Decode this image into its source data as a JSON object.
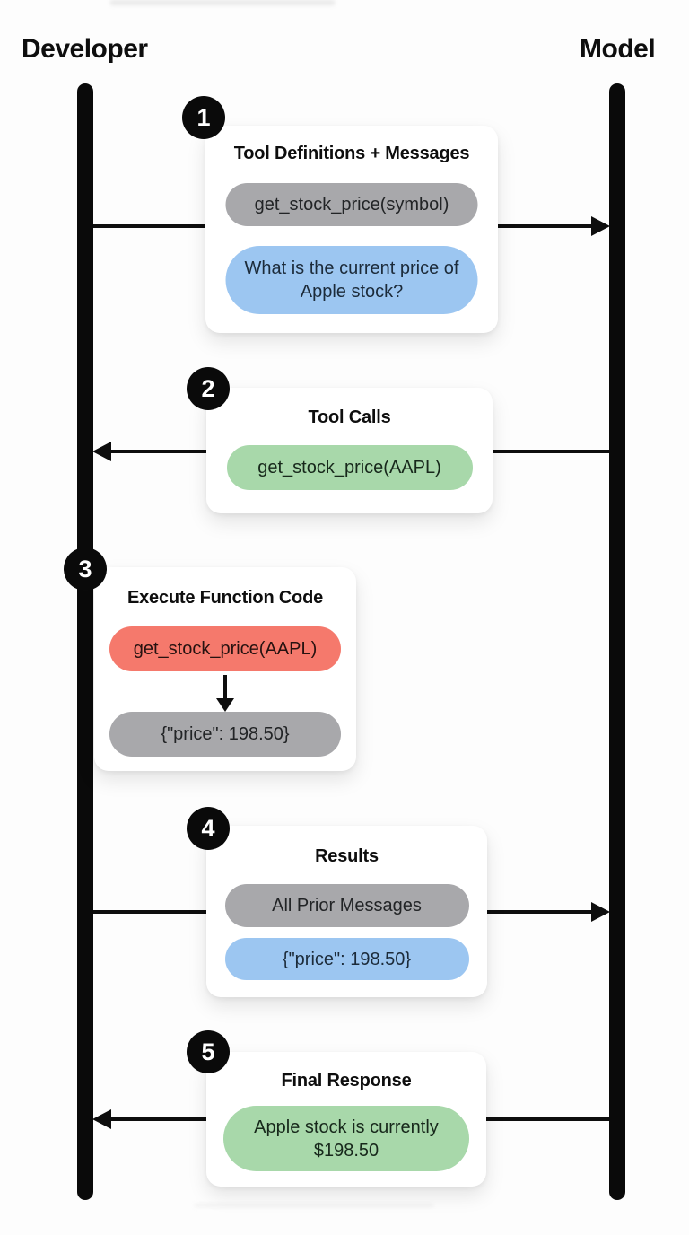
{
  "actors": {
    "left": "Developer",
    "right": "Model"
  },
  "steps": [
    {
      "number": "1",
      "title": "Tool Definitions + Messages",
      "direction": "developer-to-model",
      "pills": [
        {
          "text": "get_stock_price(symbol)",
          "color": "gray"
        },
        {
          "text": "What is the current price of Apple stock?",
          "color": "blue"
        }
      ]
    },
    {
      "number": "2",
      "title": "Tool Calls",
      "direction": "model-to-developer",
      "pills": [
        {
          "text": "get_stock_price(AAPL)",
          "color": "green"
        }
      ]
    },
    {
      "number": "3",
      "title": "Execute Function Code",
      "direction": "on-developer-side",
      "pills": [
        {
          "text": "get_stock_price(AAPL)",
          "color": "red"
        },
        {
          "text": "{\"price\": 198.50}",
          "color": "gray"
        }
      ]
    },
    {
      "number": "4",
      "title": "Results",
      "direction": "developer-to-model",
      "pills": [
        {
          "text": "All Prior Messages",
          "color": "gray"
        },
        {
          "text": "{\"price\": 198.50}",
          "color": "blue"
        }
      ]
    },
    {
      "number": "5",
      "title": "Final Response",
      "direction": "model-to-developer",
      "pills": [
        {
          "text": "Apple stock is currently $198.50",
          "color": "green"
        }
      ]
    }
  ],
  "colors": {
    "background": "#fdfdfd",
    "lifeline": "#0a0a0a",
    "arrow": "#0e0e0e",
    "card": "#ffffff",
    "pill_gray": "#a8a8ab",
    "pill_blue": "#9cc6f1",
    "pill_green": "#a8d8aa",
    "pill_red": "#f5796c",
    "badge": "#0a0a0a",
    "badge_text": "#ffffff"
  }
}
